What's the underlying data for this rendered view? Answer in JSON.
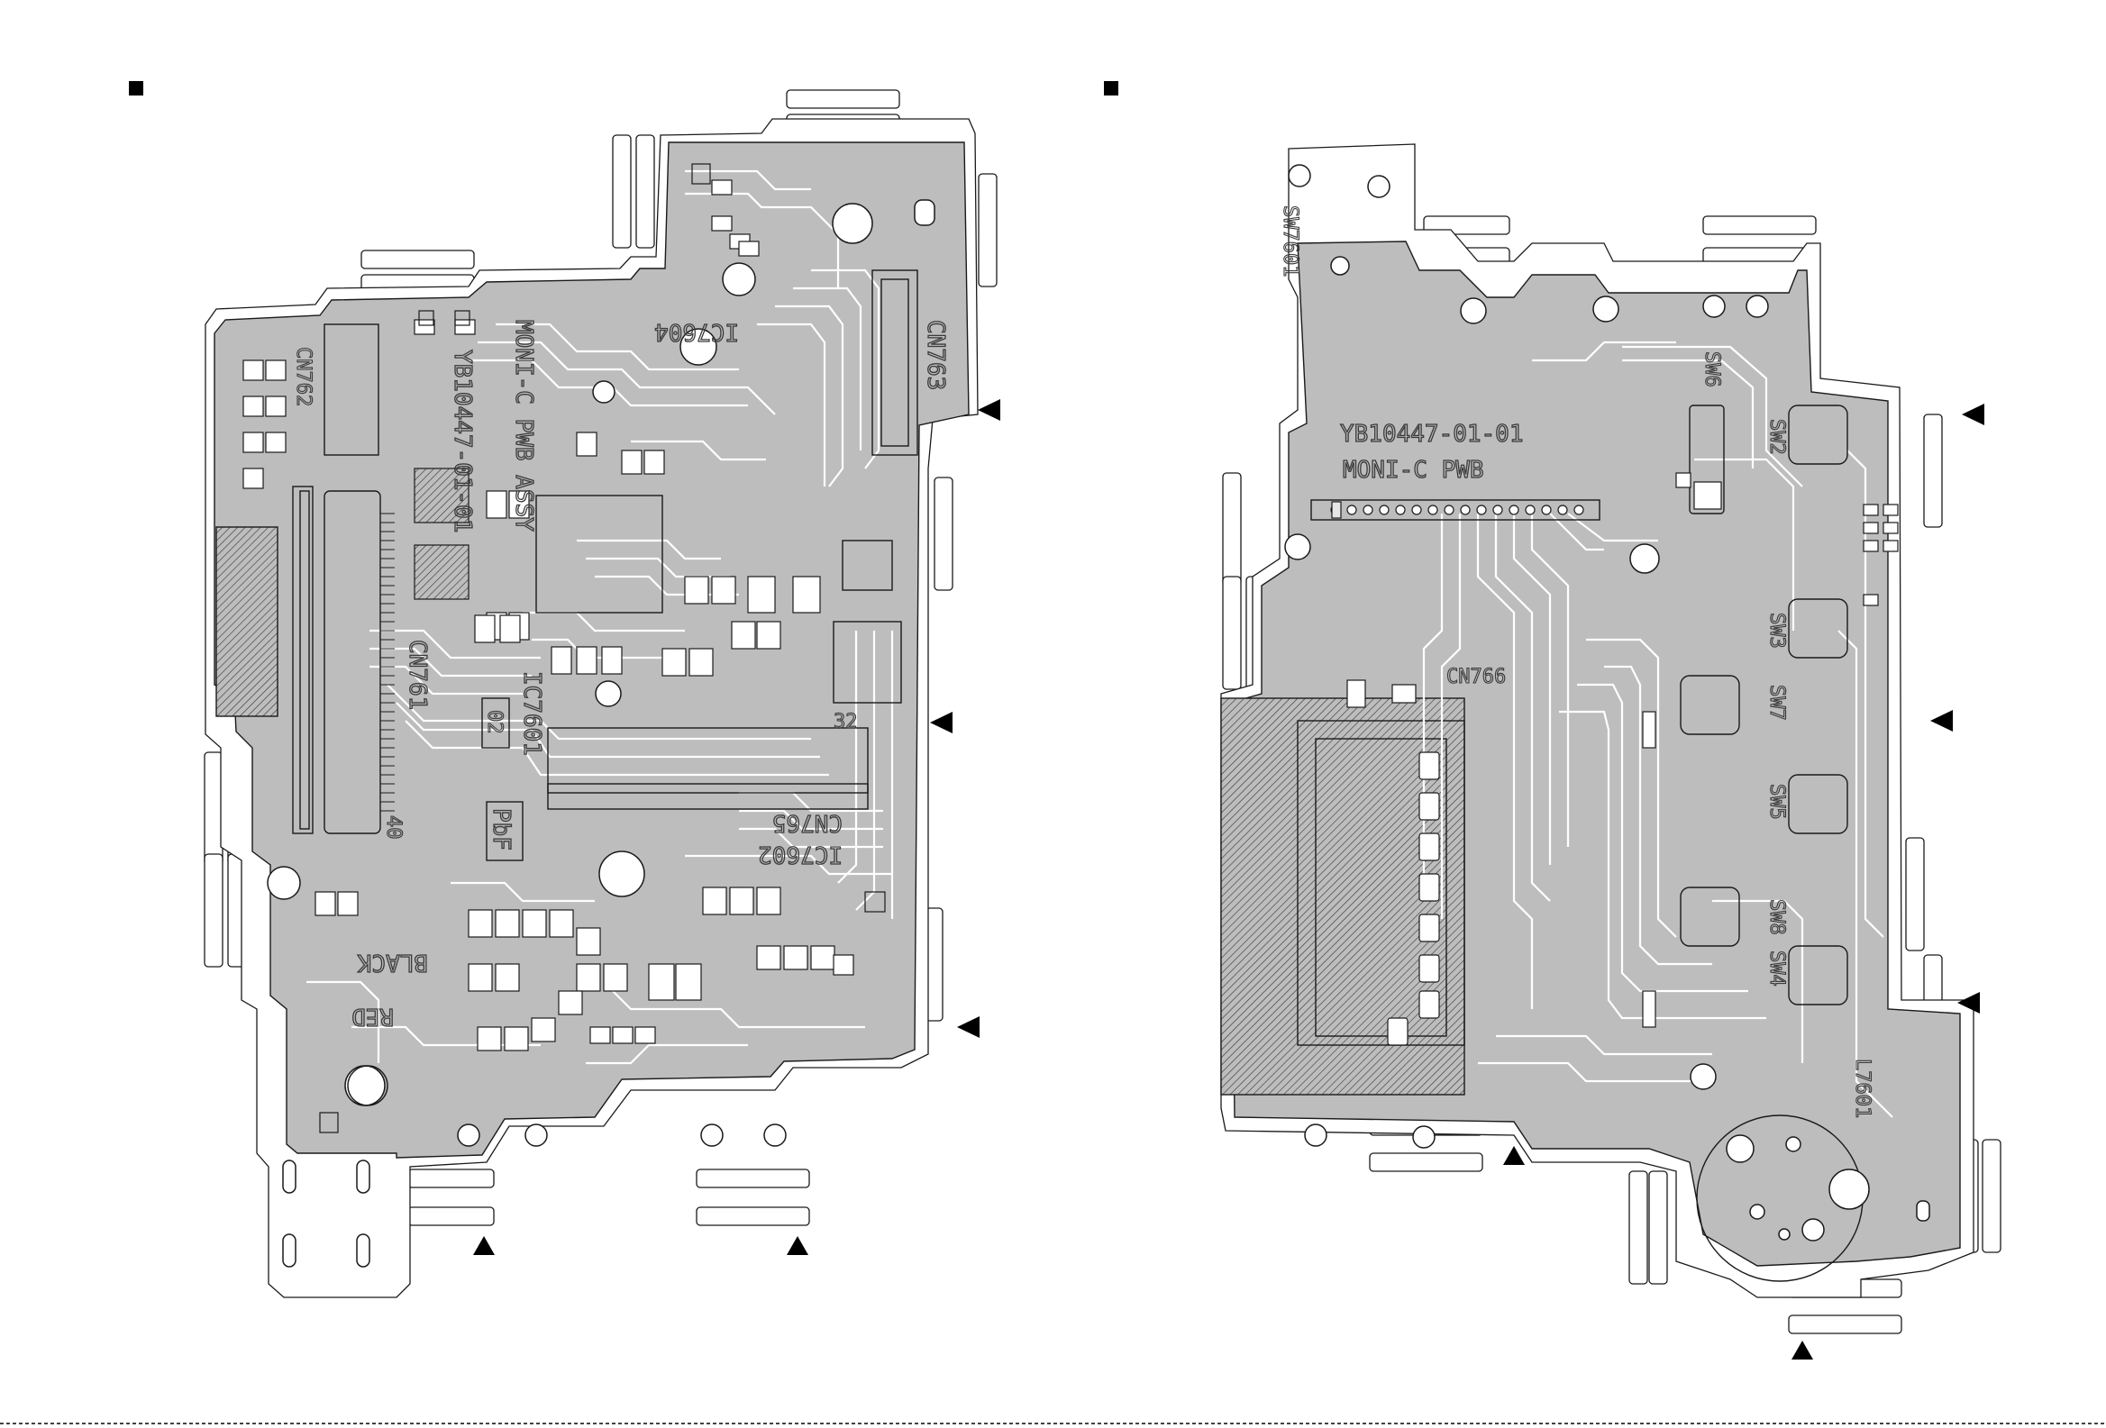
{
  "boards": {
    "left": {
      "labels": {
        "cn763": "CN763",
        "ic7604": "IC7604",
        "assy": "MONI-C PWB ASSY",
        "part_no": "YB10447-01-01",
        "cn761": "CN761",
        "cn762": "CN762",
        "ic7601": "IC7601",
        "marking_02": "02",
        "marking_32": "32",
        "marking_40": "40",
        "cn765": "CN765",
        "ic7602": "IC7602",
        "pbf": "PbF",
        "black": "BLACK",
        "red": "RED"
      }
    },
    "right": {
      "labels": {
        "sw7601": "SW7601",
        "part_no": "YB10447-01-01",
        "board_name": "MONI-C PWB",
        "cn766": "CN766",
        "sw6": "SW6",
        "sw2": "SW2",
        "sw3": "SW3",
        "sw7": "SW7",
        "sw5": "SW5",
        "sw8": "SW8",
        "sw4": "SW4",
        "l7601": "L7601"
      }
    }
  },
  "colors": {
    "copper": "#bdbdbd",
    "line": "#1a1a1a",
    "background": "#ffffff"
  }
}
